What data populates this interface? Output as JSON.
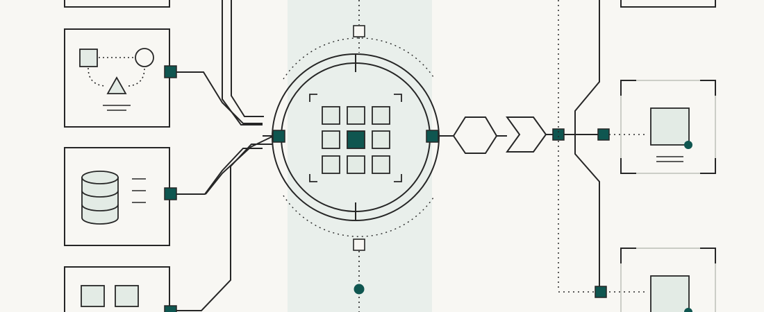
{
  "diagram": {
    "colors": {
      "background": "#f8f7f3",
      "band": "#e9efeb",
      "ink": "#262626",
      "accent": "#0f5650",
      "tile": "#e3ebe5"
    },
    "icons": {
      "shapes_panel": [
        "square-icon",
        "circle-icon",
        "triangle-icon",
        "ground-icon"
      ],
      "database_panel": [
        "database-icon",
        "list-lines-icon"
      ],
      "tiles_panel": [
        "tile-icon",
        "tile-icon"
      ],
      "core": [
        "grid-3x3-icon",
        "viewfinder-corners-icon"
      ],
      "pipeline": [
        "hexagon-icon",
        "chevron-arrow-icon"
      ],
      "document_panels": [
        "document-icon",
        "status-dot-icon",
        "caption-lines-icon"
      ]
    },
    "core_grid": {
      "rows": 3,
      "cols": 3,
      "highlighted_cell": [
        1,
        1
      ]
    }
  }
}
